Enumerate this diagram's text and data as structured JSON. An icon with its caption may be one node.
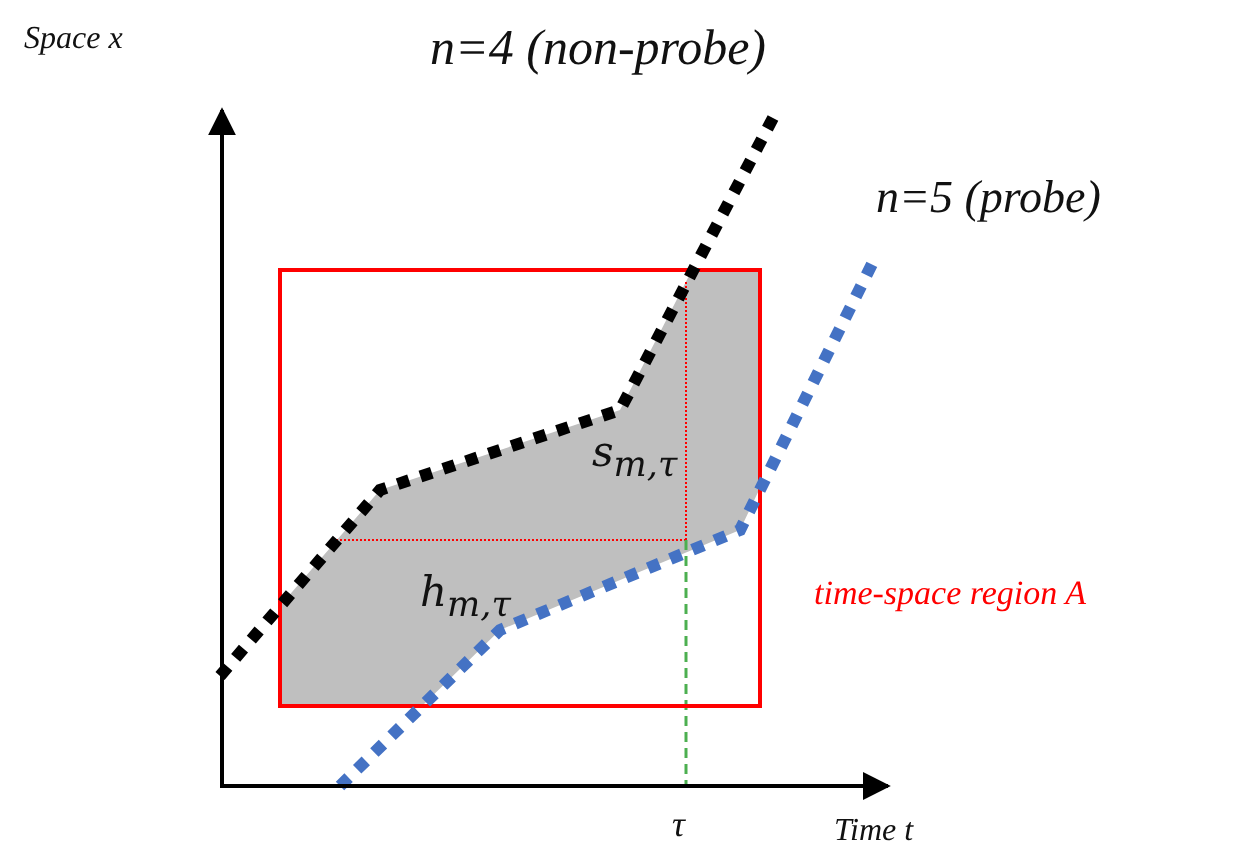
{
  "diagram": {
    "labels": [
      "Space x",
      "n=4 (non-probe)",
      "n=5 (probe)",
      "s$_{m,τ}$",
      "h$_{m,τ}$",
      "time-space region A",
      "τ",
      "Time t"
    ]
  }
}
